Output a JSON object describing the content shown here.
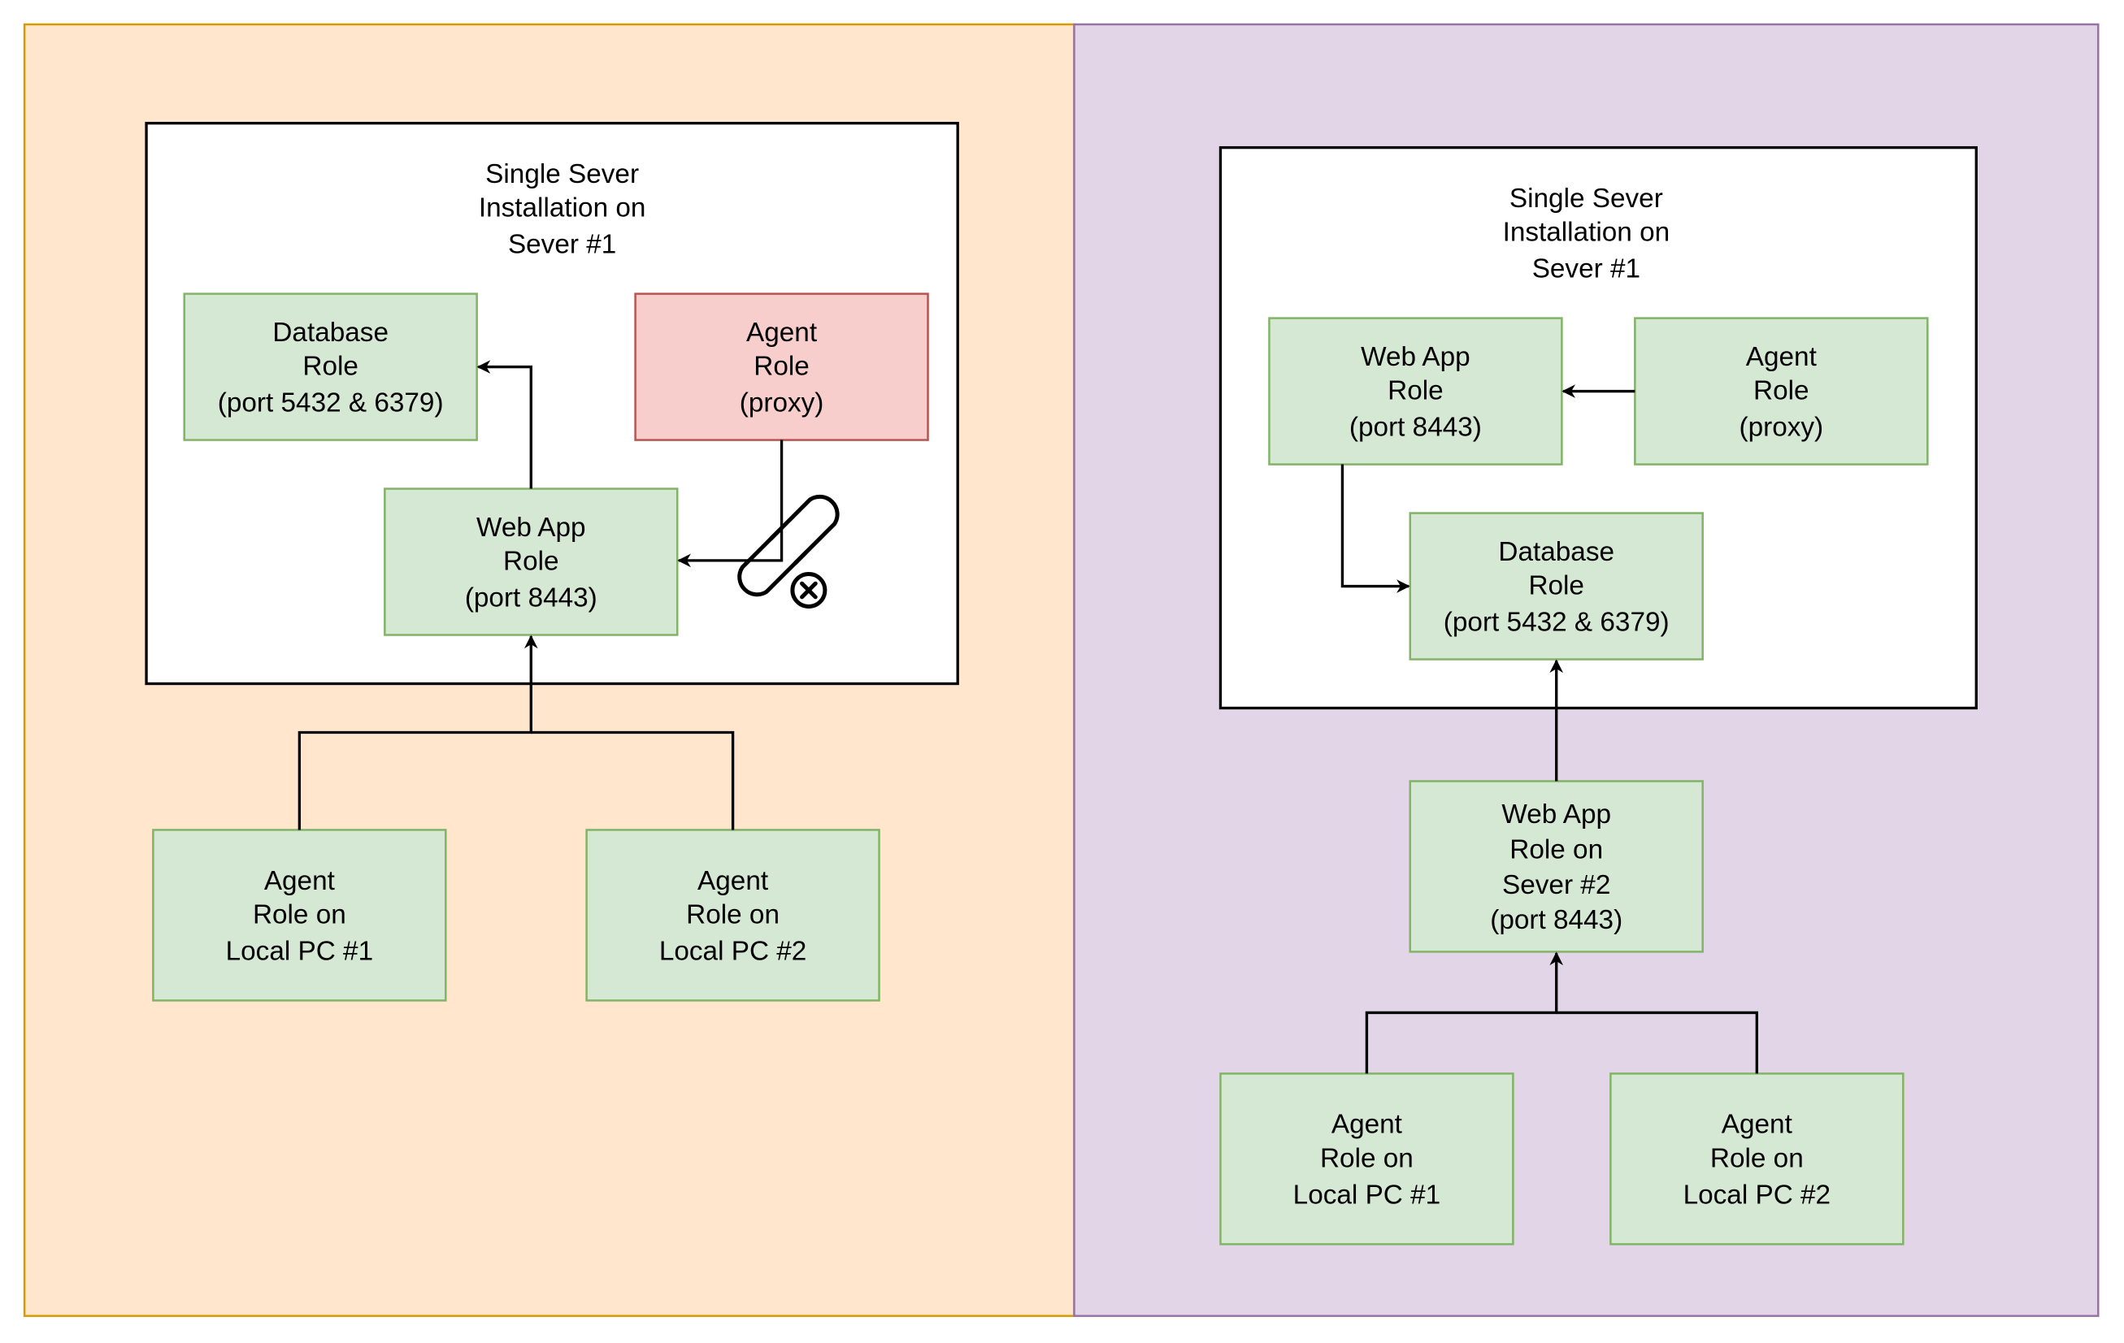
{
  "colors": {
    "left_panel_fill": "#ffe6cc",
    "left_panel_stroke": "#d79b00",
    "right_panel_fill": "#e1d5e7",
    "right_panel_stroke": "#9673a6",
    "role_fill": "#d5e8d4",
    "role_stroke": "#82b366",
    "broken_fill": "#f8cecc",
    "broken_stroke": "#b85450"
  },
  "left": {
    "container_title": [
      "Single Sever",
      "Installation on",
      "Sever #1"
    ],
    "database_role": [
      "Database",
      "Role",
      "(port 5432 & 6379)"
    ],
    "agent_proxy": [
      "Agent",
      "Role",
      "(proxy)"
    ],
    "web_app": [
      "Web App",
      "Role",
      "(port 8443)"
    ],
    "agent_pc1": [
      "Agent",
      "Role on",
      "Local PC #1"
    ],
    "agent_pc2": [
      "Agent",
      "Role on",
      "Local PC #2"
    ],
    "broken_link_icon": "broken-link-icon"
  },
  "right": {
    "container_title": [
      "Single Sever",
      "Installation on",
      "Sever #1"
    ],
    "web_app": [
      "Web App",
      "Role",
      "(port 8443)"
    ],
    "agent_proxy": [
      "Agent",
      "Role",
      "(proxy)"
    ],
    "database_role": [
      "Database",
      "Role",
      "(port 5432 & 6379)"
    ],
    "web_app_server2": [
      "Web App",
      "Role on",
      "Sever #2",
      "(port 8443)"
    ],
    "agent_pc1": [
      "Agent",
      "Role on",
      "Local PC #1"
    ],
    "agent_pc2": [
      "Agent",
      "Role on",
      "Local PC #2"
    ]
  }
}
